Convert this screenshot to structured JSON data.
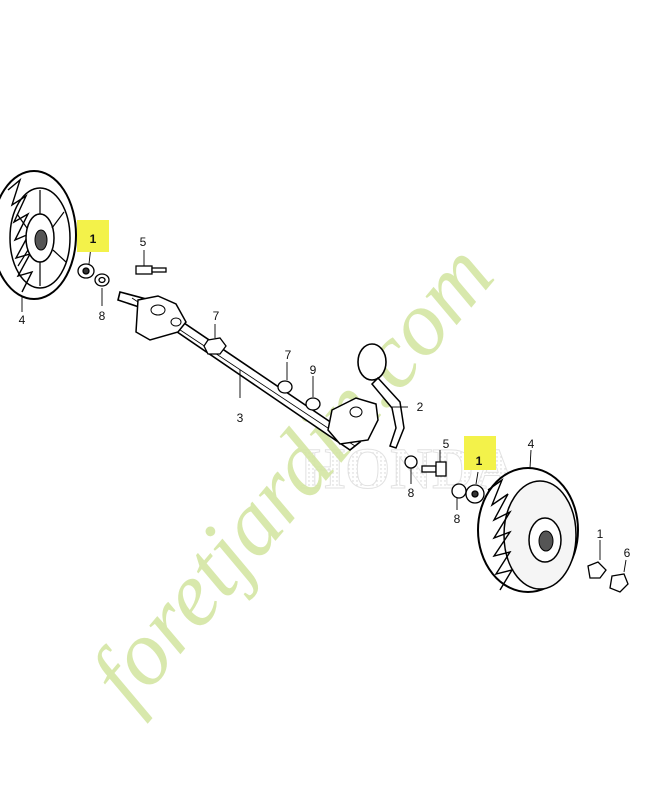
{
  "watermark": {
    "site_text": "foretjardin.com",
    "brand_text": "HONDA",
    "colors": {
      "green": "#d4e6a4",
      "gray": "#cdc6bb",
      "brand_gray": "#dcdcdc"
    }
  },
  "highlight_color": "#f3f24a",
  "callouts": {
    "c1_top": "1",
    "c1_mid": "1",
    "c1_right": "1",
    "c2": "2",
    "c3": "3",
    "c4_left": "4",
    "c4_right": "4",
    "c5_top": "5",
    "c5_right": "5",
    "c6": "6",
    "c7_top": "7",
    "c7_mid": "7",
    "c8_left": "8",
    "c8_mid": "8",
    "c8_right": "8",
    "c9": "9"
  }
}
